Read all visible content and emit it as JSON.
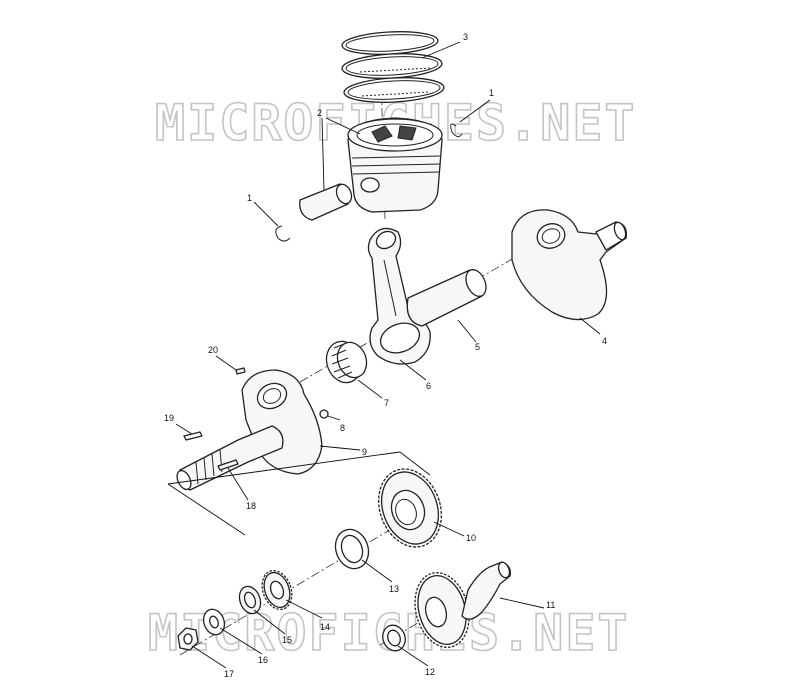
{
  "watermark": {
    "text": "MICROFICHES.NET"
  },
  "callouts": {
    "c1_top": "1",
    "c1_left": "1",
    "c2": "2",
    "c3": "3",
    "c4": "4",
    "c5": "5",
    "c6": "6",
    "c7": "7",
    "c8": "8",
    "c9": "9",
    "c10": "10",
    "c11": "11",
    "c12": "12",
    "c13": "13",
    "c14": "14",
    "c15": "15",
    "c16": "16",
    "c17": "17",
    "c18": "18",
    "c19": "19",
    "c20": "20"
  }
}
